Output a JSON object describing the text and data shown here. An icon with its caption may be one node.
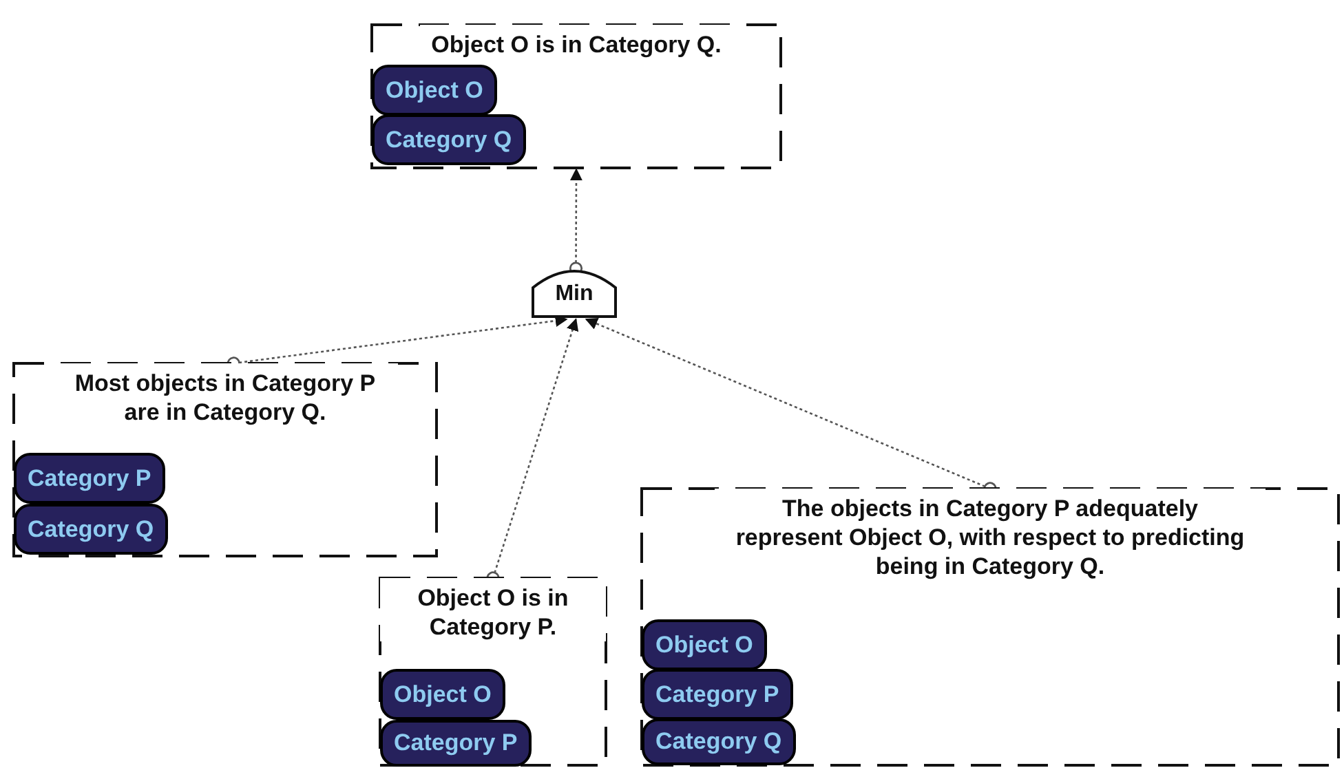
{
  "diagram": {
    "nodes": [
      {
        "text": [
          "Object O is in Category Q."
        ]
      },
      {
        "text": [
          "Object O"
        ],
        "in": 0
      },
      {
        "text": [
          "Category Q"
        ],
        "in": 0
      },
      {
        "text": [
          "Min"
        ]
      },
      {
        "text": [
          "Most objects in Category P are in Category Q."
        ]
      },
      {
        "text": [
          "Category P"
        ],
        "in": 4
      },
      {
        "text": [
          "Category Q"
        ],
        "in": 4
      },
      {
        "text": [
          "Object O is in Category P."
        ]
      },
      {
        "text": [
          "Object O"
        ],
        "in": 7
      },
      {
        "text": [
          "Category P"
        ],
        "in": 7
      },
      {
        "text": [
          "The objects in Category P adequately represent Object O, with respect to predicting being in Category Q."
        ]
      },
      {
        "text": [
          "Object O"
        ],
        "in": 10
      },
      {
        "text": [
          "Category P"
        ],
        "in": 10
      },
      {
        "text": [
          "Category Q"
        ],
        "in": 10
      }
    ],
    "edges": [
      {
        "from": 3,
        "to": 0,
        "arrow": "to"
      },
      {
        "from": 4,
        "to": 3,
        "arrow": "to"
      },
      {
        "from": 7,
        "to": 3,
        "arrow": "to"
      },
      {
        "from": 10,
        "to": 3,
        "arrow": "to"
      }
    ]
  }
}
